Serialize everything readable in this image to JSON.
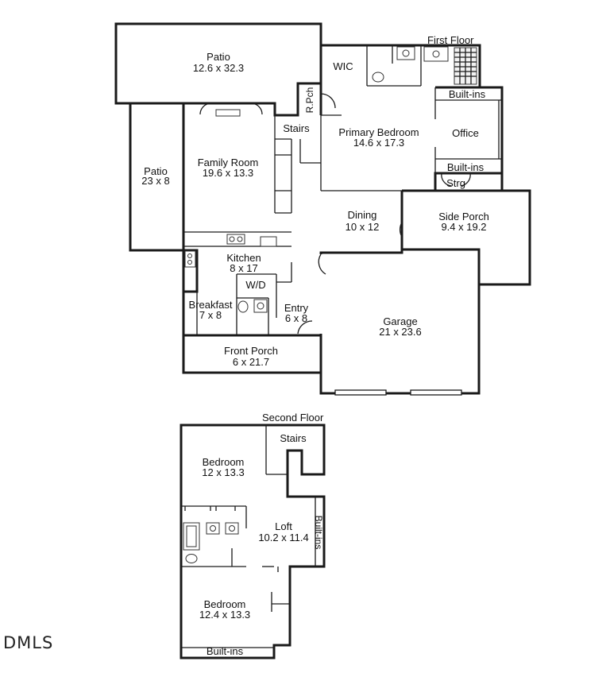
{
  "floors": {
    "first": {
      "title": "First Floor",
      "rooms": {
        "patio_top": {
          "name": "Patio",
          "dims": "12.6 x 32.3"
        },
        "patio_side": {
          "name": "Patio",
          "dims": "23 x 8"
        },
        "wic": {
          "name": "WIC"
        },
        "r_pch": {
          "name": "R.Pch"
        },
        "primary_bedroom": {
          "name": "Primary Bedroom",
          "dims": "14.6 x 17.3"
        },
        "builtins_top": {
          "name": "Built-ins"
        },
        "office": {
          "name": "Office"
        },
        "builtins_bottom": {
          "name": "Built-ins"
        },
        "stairs": {
          "name": "Stairs"
        },
        "family_room": {
          "name": "Family Room",
          "dims": "19.6 x 13.3"
        },
        "strg": {
          "name": "Strg"
        },
        "dining": {
          "name": "Dining",
          "dims": "10 x 12"
        },
        "side_porch": {
          "name": "Side Porch",
          "dims": "9.4 x 19.2"
        },
        "kitchen": {
          "name": "Kitchen",
          "dims": "8 x 17"
        },
        "wd": {
          "name": "W/D"
        },
        "breakfast": {
          "name": "Breakfast",
          "dims": "7 x 8"
        },
        "entry": {
          "name": "Entry",
          "dims": "6 x 8"
        },
        "garage": {
          "name": "Garage",
          "dims": "21 x 23.6"
        },
        "front_porch": {
          "name": "Front Porch",
          "dims": "6 x 21.7"
        }
      }
    },
    "second": {
      "title": "Second Floor",
      "rooms": {
        "stairs": {
          "name": "Stairs"
        },
        "bedroom_top": {
          "name": "Bedroom",
          "dims": "12 x 13.3"
        },
        "loft": {
          "name": "Loft",
          "dims": "10.2 x 11.4"
        },
        "builtins_side": {
          "name": "Built-ins"
        },
        "bedroom_bottom": {
          "name": "Bedroom",
          "dims": "12.4 x 13.3"
        },
        "builtins_bottom": {
          "name": "Built-ins"
        }
      }
    }
  },
  "watermark": "DMLS"
}
